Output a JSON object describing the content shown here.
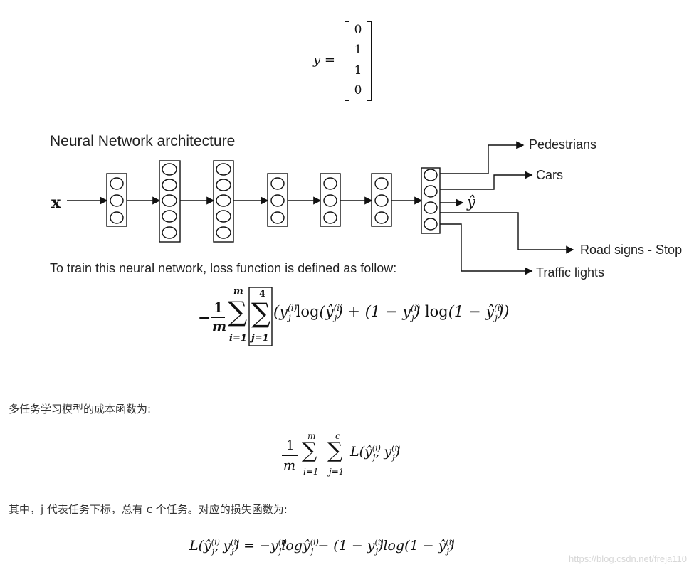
{
  "top_equation": {
    "lhs": "y =",
    "vector": [
      "0",
      "1",
      "1",
      "0"
    ]
  },
  "figure": {
    "title": "Neural Network architecture",
    "input_label": "x",
    "output_label": "ŷ",
    "outputs": [
      "Pedestrians",
      "Cars",
      "Road signs - Stop",
      "Traffic lights"
    ],
    "caption": "To train this neural network, loss function is defined as follow:",
    "loss": {
      "prefix_num": "1",
      "prefix_den": "m",
      "outer_upper": "m",
      "outer_lower": "i=1",
      "inner_upper": "4",
      "inner_lower": "j=1"
    }
  },
  "text1": "多任务学习模型的成本函数为:",
  "cost": {
    "num": "1",
    "den": "m",
    "sum1_upper": "m",
    "sum1_lower": "i=1",
    "sum2_upper": "c",
    "sum2_lower": "j=1"
  },
  "text2": "其中，j 代表任务下标，总有 c 个任务。对应的损失函数为:",
  "watermark": "https://blog.csdn.net/freja110"
}
